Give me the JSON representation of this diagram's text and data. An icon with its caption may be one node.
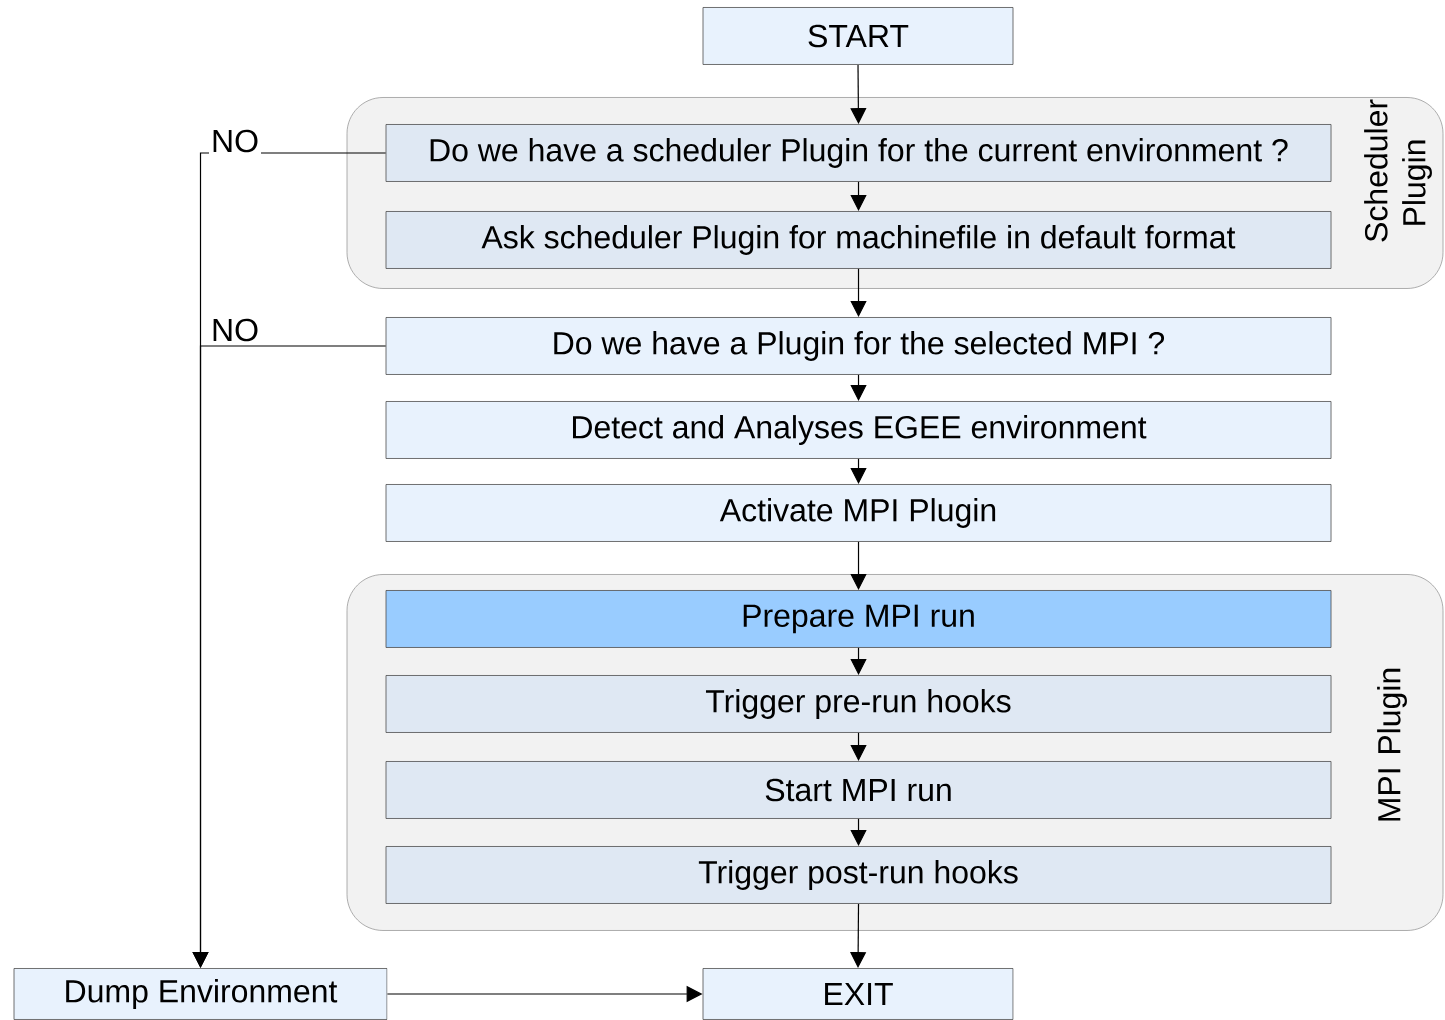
{
  "diagram": {
    "nodes": [
      {
        "text": [
          "START"
        ]
      },
      {
        "text": [
          "Scheduler Plugin"
        ]
      },
      {
        "text": [
          "Do we have a scheduler Plugin for the current environment ?"
        ],
        "in": 1
      },
      {
        "text": [
          "Ask scheduler Plugin for machinefile in default format"
        ],
        "in": 1
      },
      {
        "text": [
          "Do we have a Plugin for the selected MPI ?"
        ]
      },
      {
        "text": [
          "Detect and Analyses EGEE environment"
        ]
      },
      {
        "text": [
          "Activate MPI Plugin"
        ]
      },
      {
        "text": [
          "MPI Plugin"
        ]
      },
      {
        "text": [
          "Prepare MPI run"
        ],
        "in": 7
      },
      {
        "text": [
          "Trigger pre-run hooks"
        ],
        "in": 7
      },
      {
        "text": [
          "Start MPI run"
        ],
        "in": 7
      },
      {
        "text": [
          "Trigger post-run hooks"
        ],
        "in": 7
      },
      {
        "text": [
          "Dump Environment"
        ]
      },
      {
        "text": [
          "EXIT"
        ]
      }
    ],
    "edges": [
      {
        "from": 0,
        "to": 2,
        "arrow": "to"
      },
      {
        "from": 2,
        "to": 3,
        "arrow": "to"
      },
      {
        "from": 3,
        "to": 4,
        "arrow": "to"
      },
      {
        "from": 4,
        "to": 5,
        "arrow": "to"
      },
      {
        "from": 5,
        "to": 6,
        "arrow": "to"
      },
      {
        "from": 6,
        "to": 8,
        "arrow": "to"
      },
      {
        "from": 8,
        "to": 9,
        "arrow": "to"
      },
      {
        "from": 9,
        "to": 10,
        "arrow": "to"
      },
      {
        "from": 10,
        "to": 11,
        "arrow": "to"
      },
      {
        "from": 11,
        "to": 13,
        "arrow": "to"
      },
      {
        "from": 2,
        "to": 12,
        "arrow": "to",
        "label": "NO"
      },
      {
        "from": 4,
        "to": 12,
        "arrow": "to",
        "label": "NO"
      },
      {
        "from": 12,
        "to": 13,
        "arrow": "to"
      }
    ]
  }
}
